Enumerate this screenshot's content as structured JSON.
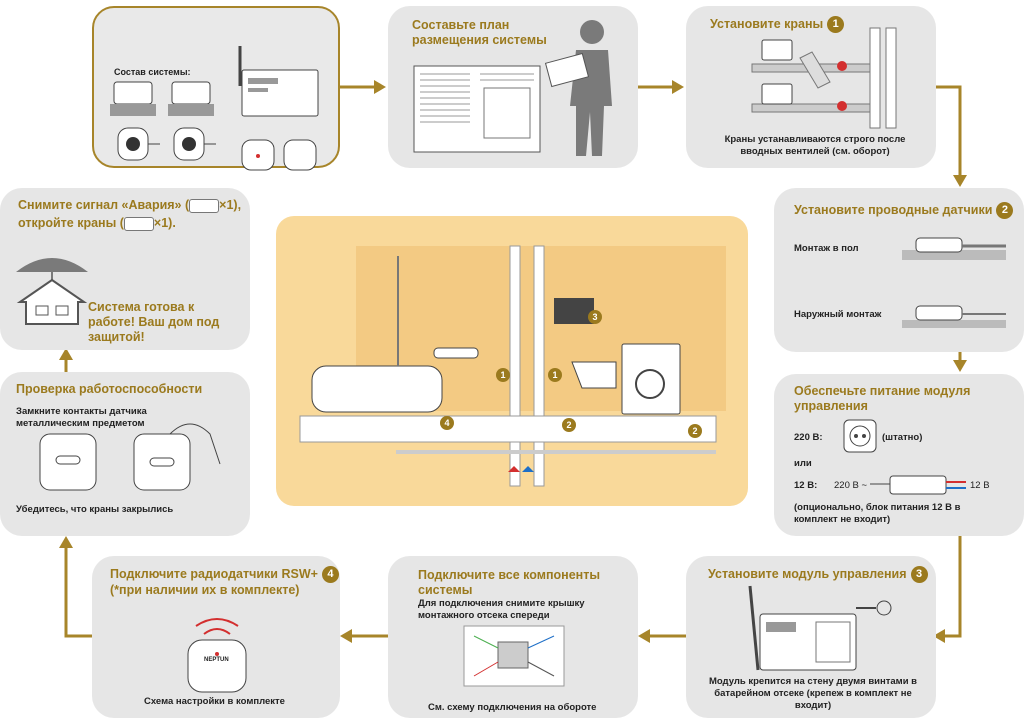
{
  "colors": {
    "accent": "#9b7a1e",
    "card": "#e6e6e6",
    "center": "#f9d99a",
    "arrow": "#a7852a",
    "tap_red": "#d32f2f",
    "tap_blue": "#1e6fc7"
  },
  "card1": {
    "label": "Состав системы:"
  },
  "card2": {
    "title": "Составьте план размещения системы"
  },
  "card3": {
    "title": "Установите краны",
    "badge": "1",
    "caption": "Краны устанавливаются строго после вводных вентилей (см. оборот)"
  },
  "card4": {
    "title": "Установите проводные датчики",
    "badge": "2",
    "floor": "Монтаж в пол",
    "surface": "Наружный монтаж"
  },
  "card5": {
    "title": "Обеспечьте питание модуля управления",
    "v220": "220 В:",
    "std": "(штатно)",
    "or": "или",
    "v12": "12 В:",
    "in": "220 В ~",
    "out": "12 В",
    "note": "(опционально, блок питания 12 В в комплект не входит)"
  },
  "card6": {
    "title": "Установите модуль управления",
    "badge": "3",
    "caption": "Модуль крепится на стену двумя винтами в батарейном отсеке (крепеж в комплект не входит)"
  },
  "card7": {
    "title": "Подключите все компоненты системы",
    "caption": "Для подключения снимите крышку монтажного отсека спереди",
    "footer": "См. схему подключения на обороте"
  },
  "card8": {
    "title": "Подключите радиодатчики RSW+",
    "badge": "4",
    "subtitle": "(*при наличии их в комплекте)",
    "caption": "Схема настройки в комплекте",
    "brand": "NEPTUN"
  },
  "card9": {
    "title": "Проверка работоспособности",
    "caption": "Замкните контакты датчика металлическим предметом",
    "footer": "Убедитесь, что краны закрылись"
  },
  "card10": {
    "line1a": "Снимите сигнал «Авария» (",
    "line1b": "×1),",
    "line2a": "откройте краны (",
    "line2b": "×1).",
    "ready": "Система готова к работе! Ваш дом под защитой!"
  },
  "center": {
    "labels": [
      "1",
      "1",
      "2",
      "2",
      "3",
      "4"
    ]
  }
}
